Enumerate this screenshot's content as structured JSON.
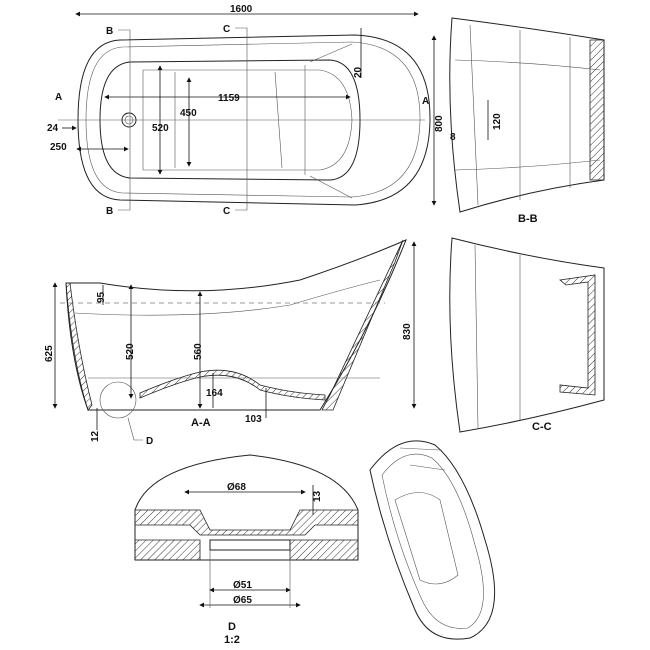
{
  "top_view": {
    "length": "1600",
    "width": "800",
    "inner_length": "1159",
    "inner_width_1": "450",
    "inner_width_2": "520",
    "rim": "20",
    "offset_24": "24",
    "drain_offset": "250",
    "section_a": "A",
    "section_b": "B",
    "section_c": "C"
  },
  "section_bb": {
    "title": "B-B",
    "dim_120": "120",
    "dim_8": "8"
  },
  "section_aa": {
    "title": "A-A",
    "height_total": "830",
    "height_front": "625",
    "overflow": "95",
    "depth_520": "520",
    "depth_560": "560",
    "hump": "164",
    "base": "103",
    "bottom": "12",
    "detail_ref": "D"
  },
  "section_cc": {
    "title": "C-C"
  },
  "detail_d": {
    "title": "D",
    "scale": "1:2",
    "dia_68": "Ø68",
    "dim_13": "13",
    "dia_51": "Ø51",
    "dia_65": "Ø65"
  }
}
